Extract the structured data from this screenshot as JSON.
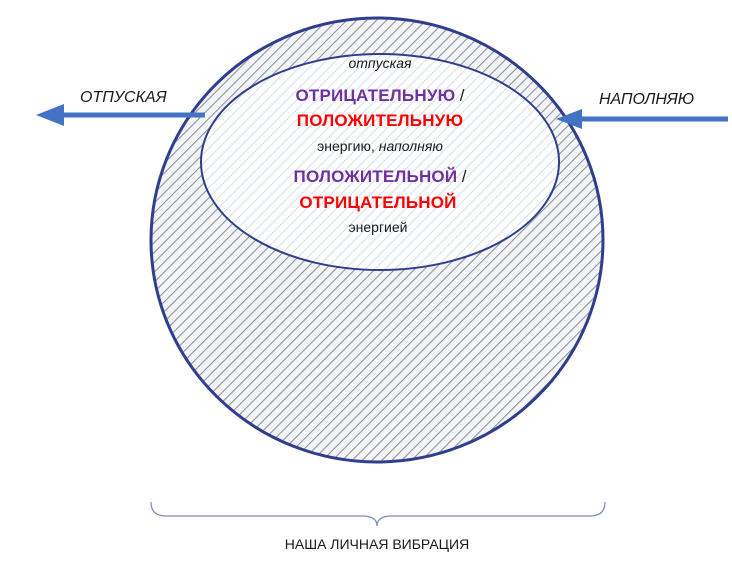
{
  "diagram": {
    "left_arrow_label": "ОТПУСКАЯ",
    "right_arrow_label": "НАПОЛНЯЮ",
    "inner": {
      "line1": "отпуская",
      "line2_a": "ОТРИЦАТЕЛЬНУЮ",
      "line2_slash": "/",
      "line3": "ПОЛОЖИТЕЛЬНУЮ",
      "line4_a": "энергию,",
      "line4_b": "наполняю",
      "line5_a": "ПОЛОЖИТЕЛЬНОЙ",
      "line5_slash": "/",
      "line6": "ОТРИЦАТЕЛЬНОЙ",
      "line7": "энергией"
    },
    "bracket_label": "НАША ЛИЧНАЯ ВИБРАЦИЯ",
    "colors": {
      "outline": "#2f3e8e",
      "arrow": "#4472c4",
      "hatch": "#9aa0a8",
      "purple_text": "#7030a0",
      "red_text": "#ff0000"
    }
  }
}
